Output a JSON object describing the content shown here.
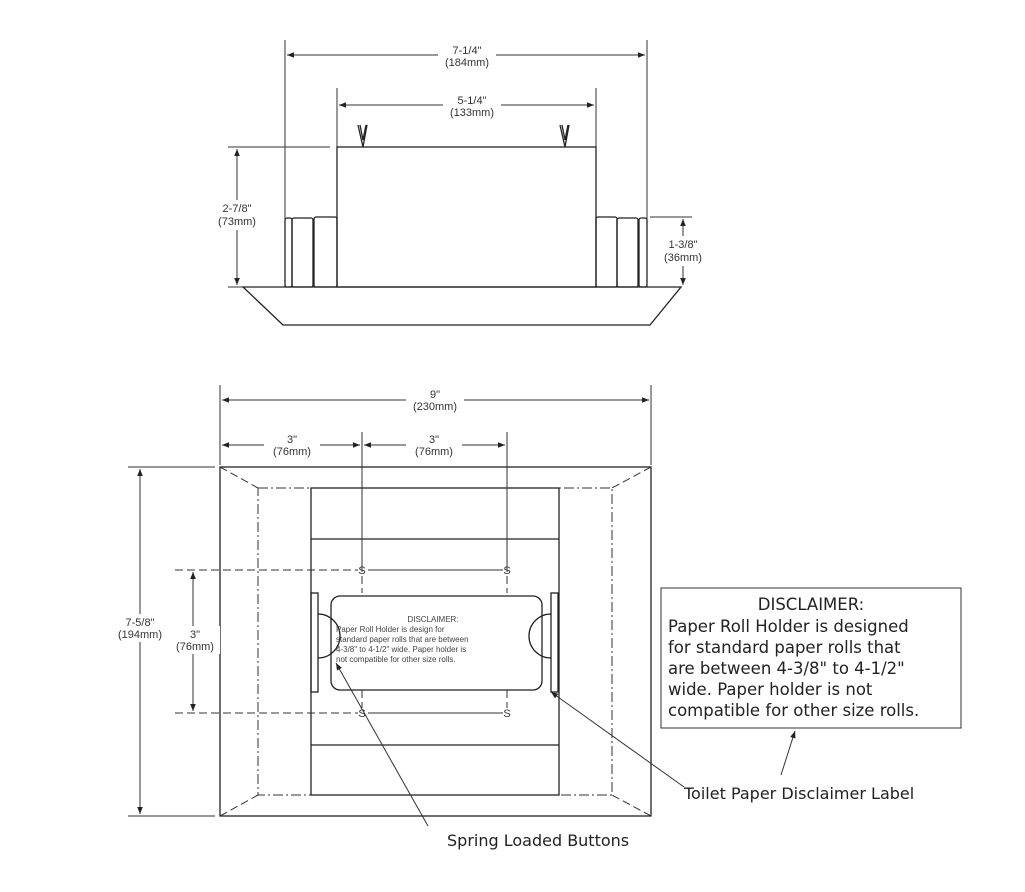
{
  "top_view": {
    "overall_width": {
      "imperial": "7-1/4\"",
      "metric": "(184mm)"
    },
    "body_width": {
      "imperial": "5-1/4\"",
      "metric": "(133mm)"
    },
    "body_height": {
      "imperial": "2-7/8\"",
      "metric": "(73mm)"
    },
    "roll_height": {
      "imperial": "1-3/8\"",
      "metric": "(36mm)"
    }
  },
  "front_view": {
    "overall_width": {
      "imperial": "9\"",
      "metric": "(230mm)"
    },
    "left_offset": {
      "imperial": "3\"",
      "metric": "(76mm)"
    },
    "center_spacing": {
      "imperial": "3\"",
      "metric": "(76mm)"
    },
    "overall_height": {
      "imperial": "7-5/8\"",
      "metric": "(194mm)"
    },
    "vertical_spacing": {
      "imperial": "3\"",
      "metric": "(76mm)"
    },
    "screw_marker": "S",
    "label_text": {
      "title": "DISCLAIMER:",
      "lines": [
        "Paper Roll Holder is design for",
        "standard paper rolls that are between",
        "4-3/8\" to 4-1/2\" wide. Paper holder is",
        "not compatible for other size rolls."
      ]
    }
  },
  "callout_box": {
    "title": "DISCLAIMER:",
    "lines": [
      "Paper Roll Holder is designed",
      "for standard paper rolls that",
      "are between 4-3/8\" to 4-1/2\"",
      "wide. Paper holder is not",
      "compatible for other size rolls."
    ]
  },
  "callouts": {
    "disclaimer_label": "Toilet Paper Disclaimer Label",
    "spring_buttons": "Spring Loaded Buttons"
  }
}
